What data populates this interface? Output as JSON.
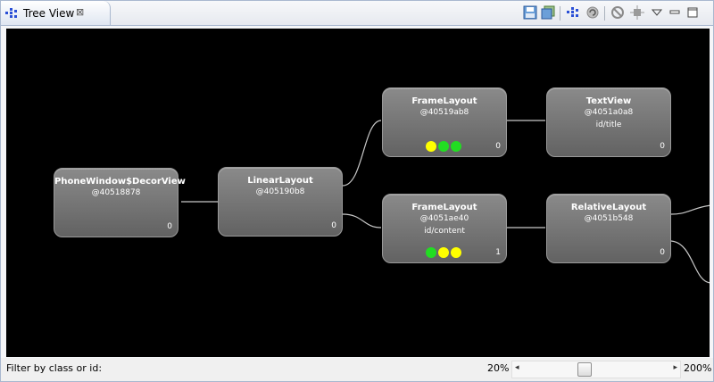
{
  "tab": {
    "title": "Tree View",
    "close_glyph": "⊠"
  },
  "toolbar": {
    "buttons": [
      "save-tree-icon",
      "capture-layers-icon",
      "load-overlay-icon",
      "refresh-icon",
      "invalidate-icon",
      "request-layout-icon",
      "view-menu-icon",
      "minimize-icon",
      "maximize-icon"
    ]
  },
  "nodes": [
    {
      "id": "decor",
      "title": "PhoneWindow$DecorView",
      "hash": "@40518878",
      "ident": "",
      "count": "0",
      "dots": []
    },
    {
      "id": "linear",
      "title": "LinearLayout",
      "hash": "@405190b8",
      "ident": "",
      "count": "0",
      "dots": []
    },
    {
      "id": "frame1",
      "title": "FrameLayout",
      "hash": "@40519ab8",
      "ident": "",
      "count": "0",
      "dots": [
        "#ffff00",
        "#22dd22",
        "#22dd22"
      ]
    },
    {
      "id": "frame2",
      "title": "FrameLayout",
      "hash": "@4051ae40",
      "ident": "id/content",
      "count": "1",
      "dots": [
        "#22dd22",
        "#ffff00",
        "#ffff00"
      ]
    },
    {
      "id": "textview",
      "title": "TextView",
      "hash": "@4051a0a8",
      "ident": "id/title",
      "count": "0",
      "dots": []
    },
    {
      "id": "relative",
      "title": "RelativeLayout",
      "hash": "@4051b548",
      "ident": "",
      "count": "0",
      "dots": []
    }
  ],
  "statusbar": {
    "filter_label": "Filter by class or id:",
    "filter_value": "",
    "zoom_min": "20%",
    "zoom_max": "200%",
    "zoom_fraction": 0.38
  },
  "colors": {
    "canvas": "#000000",
    "edge": "#c8c8c8",
    "indicator_green": "#22dd22",
    "indicator_yellow": "#ffff00"
  }
}
